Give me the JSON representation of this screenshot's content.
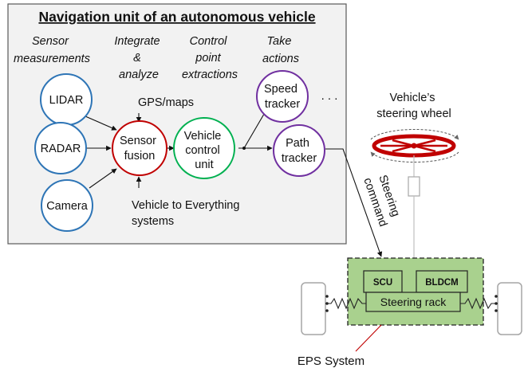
{
  "title": "Navigation unit of an autonomous vehicle",
  "stages": {
    "sensor": [
      "Sensor",
      "measurements"
    ],
    "integrate": [
      "Integrate",
      "&",
      "analyze"
    ],
    "control": [
      "Control",
      "point",
      "extractions"
    ],
    "actions": [
      "Take",
      "actions"
    ]
  },
  "nodes": {
    "lidar": [
      "LIDAR"
    ],
    "radar": [
      "RADAR"
    ],
    "camera": [
      "Camera"
    ],
    "fusion": [
      "Sensor",
      "fusion"
    ],
    "vcu": [
      "Vehicle",
      "control",
      "unit"
    ],
    "speed": [
      "Speed",
      "tracker"
    ],
    "path": [
      "Path",
      "tracker"
    ]
  },
  "inputs": {
    "gps": "GPS/maps",
    "v2x": [
      "Vehicle to Everything",
      "systems"
    ]
  },
  "ellipsis": ". . .",
  "steering_command": [
    "Steering",
    "command"
  ],
  "steering_wheel": [
    "Vehicle’s",
    "steering wheel"
  ],
  "eps": {
    "scu": "SCU",
    "bldcm": "BLDCM",
    "rack": "Steering rack",
    "label": "EPS System"
  },
  "colors": {
    "sensor_blue": "#2e75b6",
    "fusion_red": "#c00000",
    "vcu_green": "#00b050",
    "tracker_purple": "#7030a0",
    "eps_fill": "#a9d18e",
    "wheel_red": "#c00000",
    "panel_fill": "#f2f2f2"
  }
}
